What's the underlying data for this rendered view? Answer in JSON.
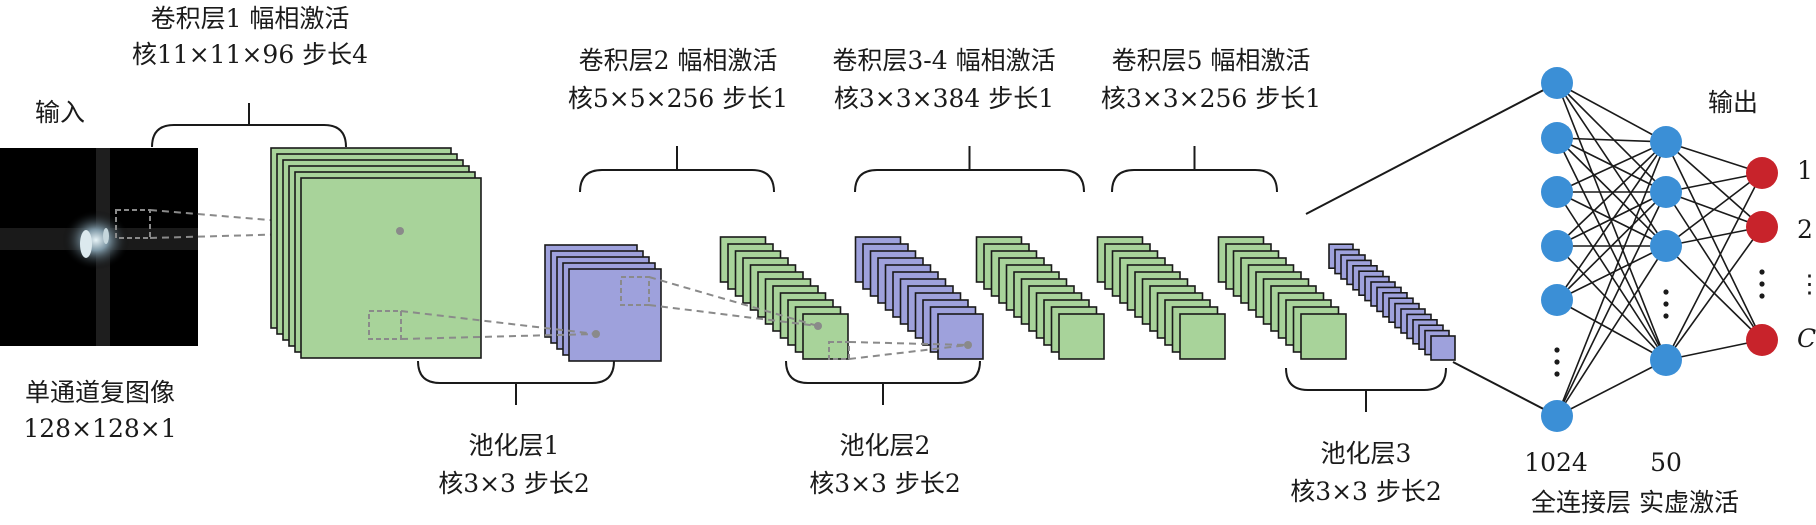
{
  "input": {
    "title": "输入",
    "caption": "单通道复图像",
    "size": "128×128×1"
  },
  "conv1": {
    "line1": "卷积层1  幅相激活",
    "line2": "核11×11×96  步长4"
  },
  "conv2": {
    "line1": "卷积层2  幅相激活",
    "line2": "核5×5×256  步长1"
  },
  "conv34": {
    "line1": "卷积层3-4  幅相激活",
    "line2": "核3×3×384  步长1"
  },
  "conv5": {
    "line1": "卷积层5  幅相激活",
    "line2": "核3×3×256  步长1"
  },
  "pool1": {
    "line1": "池化层1",
    "line2": "核3×3  步长2"
  },
  "pool2": {
    "line1": "池化层2",
    "line2": "核3×3  步长2"
  },
  "pool3": {
    "line1": "池化层3",
    "line2": "核3×3  步长2"
  },
  "fc": {
    "units1": "1024",
    "units2": "50",
    "caption": "全连接层  实虚激活"
  },
  "output": {
    "title": "输出",
    "labels": [
      "1",
      "2",
      "⋮",
      "C"
    ]
  },
  "colors": {
    "conv": "#a8d39a",
    "pool": "#9ea1dc",
    "neuron": "#3b8fd6",
    "output": "#c8232b",
    "line": "#1a1a1a",
    "dash": "#8a8a8a"
  }
}
